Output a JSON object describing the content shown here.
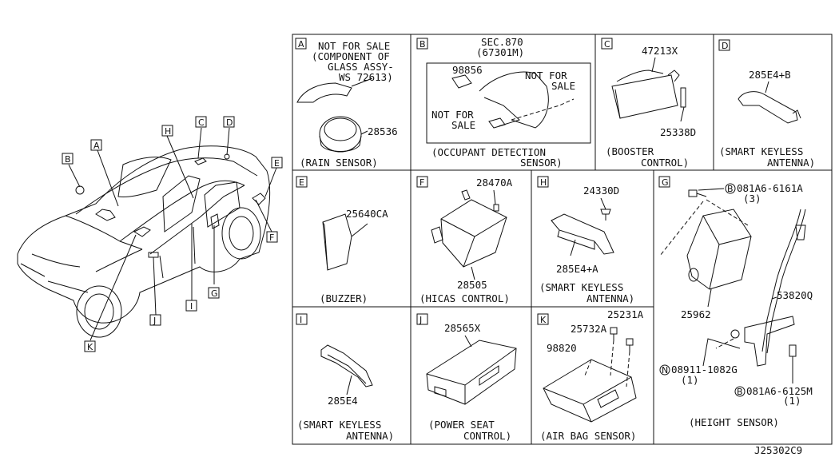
{
  "colors": {
    "ink": "#111111",
    "background": "#ffffff"
  },
  "drawing_code": "J25302C9",
  "car_callouts": [
    "A",
    "B",
    "C",
    "D",
    "E",
    "F",
    "G",
    "H",
    "I",
    "J",
    "K"
  ],
  "panels": {
    "A": {
      "letter": "A",
      "note": [
        "NOT FOR SALE",
        "(COMPONENT OF",
        "GLASS ASSY-",
        "WS 72613)"
      ],
      "part": "28536",
      "caption": "(RAIN SENSOR)"
    },
    "B": {
      "letter": "B",
      "sec": "SEC.870",
      "sec_sub": "(67301M)",
      "part": "98856",
      "note1": [
        "NOT FOR",
        "SALE"
      ],
      "note2": [
        "NOT FOR",
        "SALE"
      ],
      "caption": [
        "(OCCUPANT DETECTION",
        "SENSOR)"
      ]
    },
    "C": {
      "letter": "C",
      "part1": "47213X",
      "part2": "25338D",
      "caption": [
        "(BOOSTER",
        "CONTROL)"
      ]
    },
    "D": {
      "letter": "D",
      "part": "285E4+B",
      "caption": [
        "(SMART KEYLESS",
        "ANTENNA)"
      ]
    },
    "E": {
      "letter": "E",
      "part": "25640CA",
      "caption": "(BUZZER)"
    },
    "F": {
      "letter": "F",
      "part1": "28470A",
      "part2": "28505",
      "caption": "(HICAS CONTROL)"
    },
    "H": {
      "letter": "H",
      "part1": "24330D",
      "part2": "285E4+A",
      "caption": [
        "(SMART KEYLESS",
        "ANTENNA)"
      ]
    },
    "G": {
      "letter": "G",
      "bolt1": "081A6-6161A",
      "bolt1_qty": "(3)",
      "part1": "25962",
      "part2": "53820Q",
      "nut": "08911-1082G",
      "nut_qty": "(1)",
      "bolt2": "081A6-6125M",
      "bolt2_qty": "(1)",
      "caption": "(HEIGHT SENSOR)",
      "sym_b": "B",
      "sym_n": "N"
    },
    "I": {
      "letter": "I",
      "part": "285E4",
      "caption": [
        "(SMART KEYLESS",
        "ANTENNA)"
      ]
    },
    "J": {
      "letter": "J",
      "part": "28565X",
      "caption": [
        "(POWER SEAT",
        "CONTROL)"
      ]
    },
    "K": {
      "letter": "K",
      "part1": "25732A",
      "part2": "25231A",
      "part3": "98820",
      "caption": "(AIR BAG SENSOR)"
    }
  }
}
